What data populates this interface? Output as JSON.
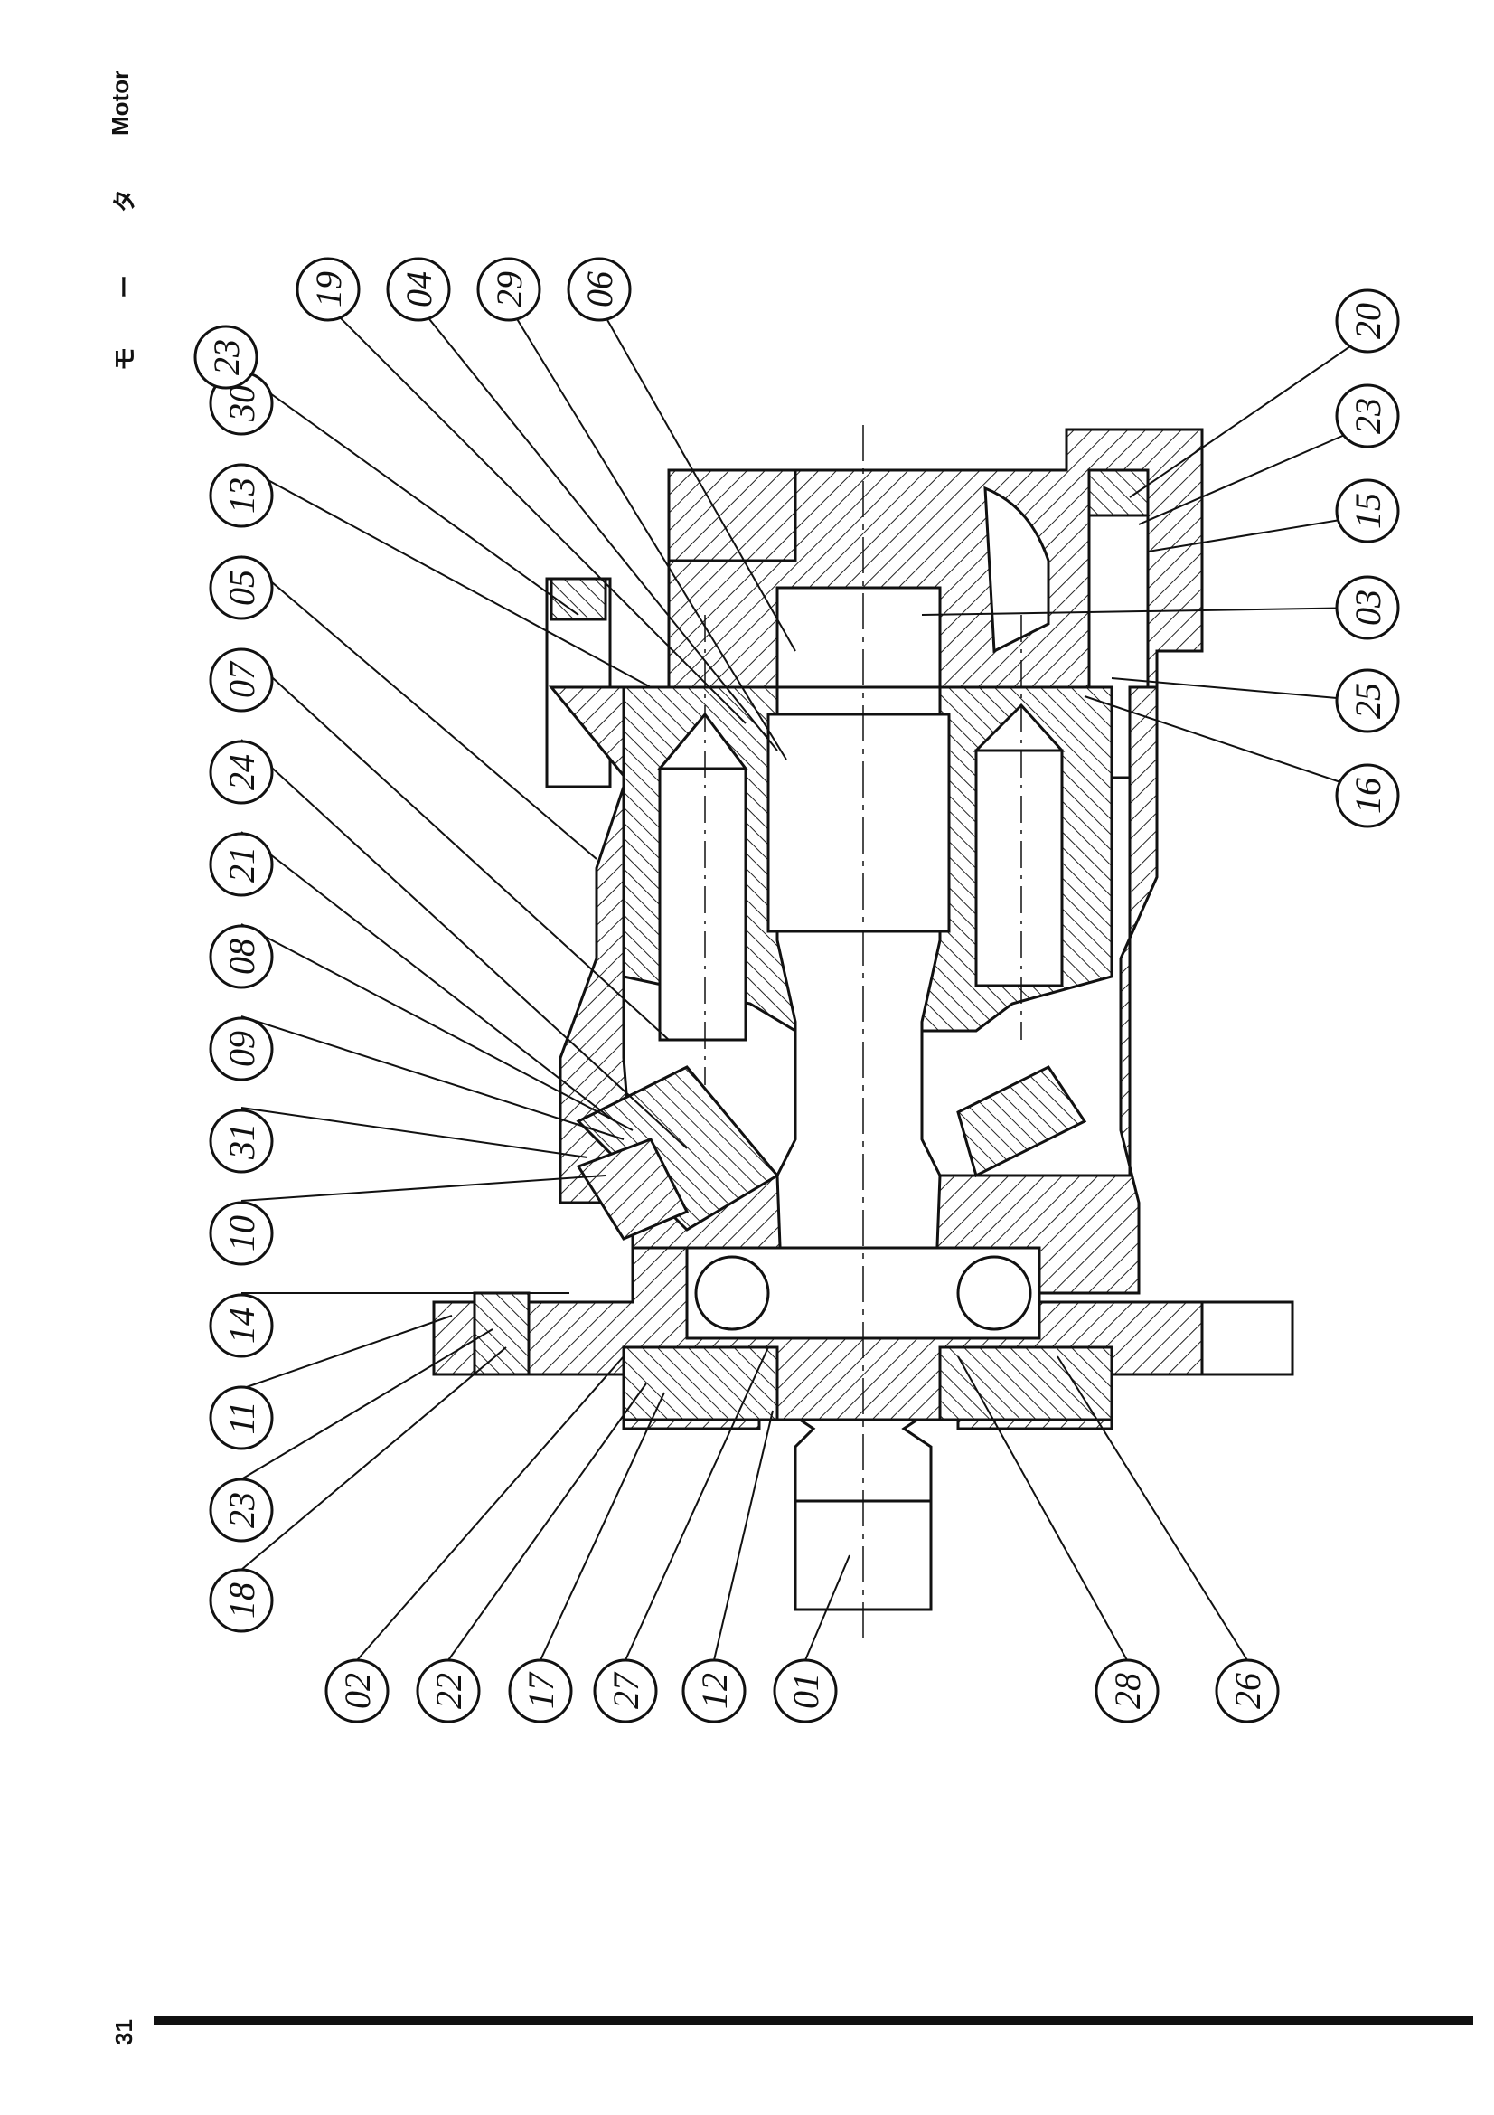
{
  "header": {
    "title_en": "Motor",
    "title_jp": [
      "モ",
      "ー",
      "タ"
    ]
  },
  "footer": {
    "page_number": "31"
  },
  "callouts": [
    {
      "id": "c02",
      "label": "02"
    },
    {
      "id": "c22",
      "label": "22"
    },
    {
      "id": "c17",
      "label": "17"
    },
    {
      "id": "c27",
      "label": "27"
    },
    {
      "id": "c12",
      "label": "12"
    },
    {
      "id": "c01",
      "label": "01"
    },
    {
      "id": "c28",
      "label": "28"
    },
    {
      "id": "c26",
      "label": "26"
    },
    {
      "id": "c18",
      "label": "18"
    },
    {
      "id": "c23a",
      "label": "23"
    },
    {
      "id": "c11",
      "label": "11"
    },
    {
      "id": "c14",
      "label": "14"
    },
    {
      "id": "c10",
      "label": "10"
    },
    {
      "id": "c31",
      "label": "31"
    },
    {
      "id": "c09",
      "label": "09"
    },
    {
      "id": "c08",
      "label": "08"
    },
    {
      "id": "c21",
      "label": "21"
    },
    {
      "id": "c24",
      "label": "24"
    },
    {
      "id": "c07",
      "label": "07"
    },
    {
      "id": "c05",
      "label": "05"
    },
    {
      "id": "c13",
      "label": "13"
    },
    {
      "id": "c30",
      "label": "30"
    },
    {
      "id": "c23b",
      "label": "23"
    },
    {
      "id": "c19",
      "label": "19"
    },
    {
      "id": "c04",
      "label": "04"
    },
    {
      "id": "c29",
      "label": "29"
    },
    {
      "id": "c06",
      "label": "06"
    },
    {
      "id": "c20",
      "label": "20"
    },
    {
      "id": "c23c",
      "label": "23"
    },
    {
      "id": "c15",
      "label": "15"
    },
    {
      "id": "c03",
      "label": "03"
    },
    {
      "id": "c25",
      "label": "25"
    },
    {
      "id": "c16",
      "label": "16"
    }
  ]
}
